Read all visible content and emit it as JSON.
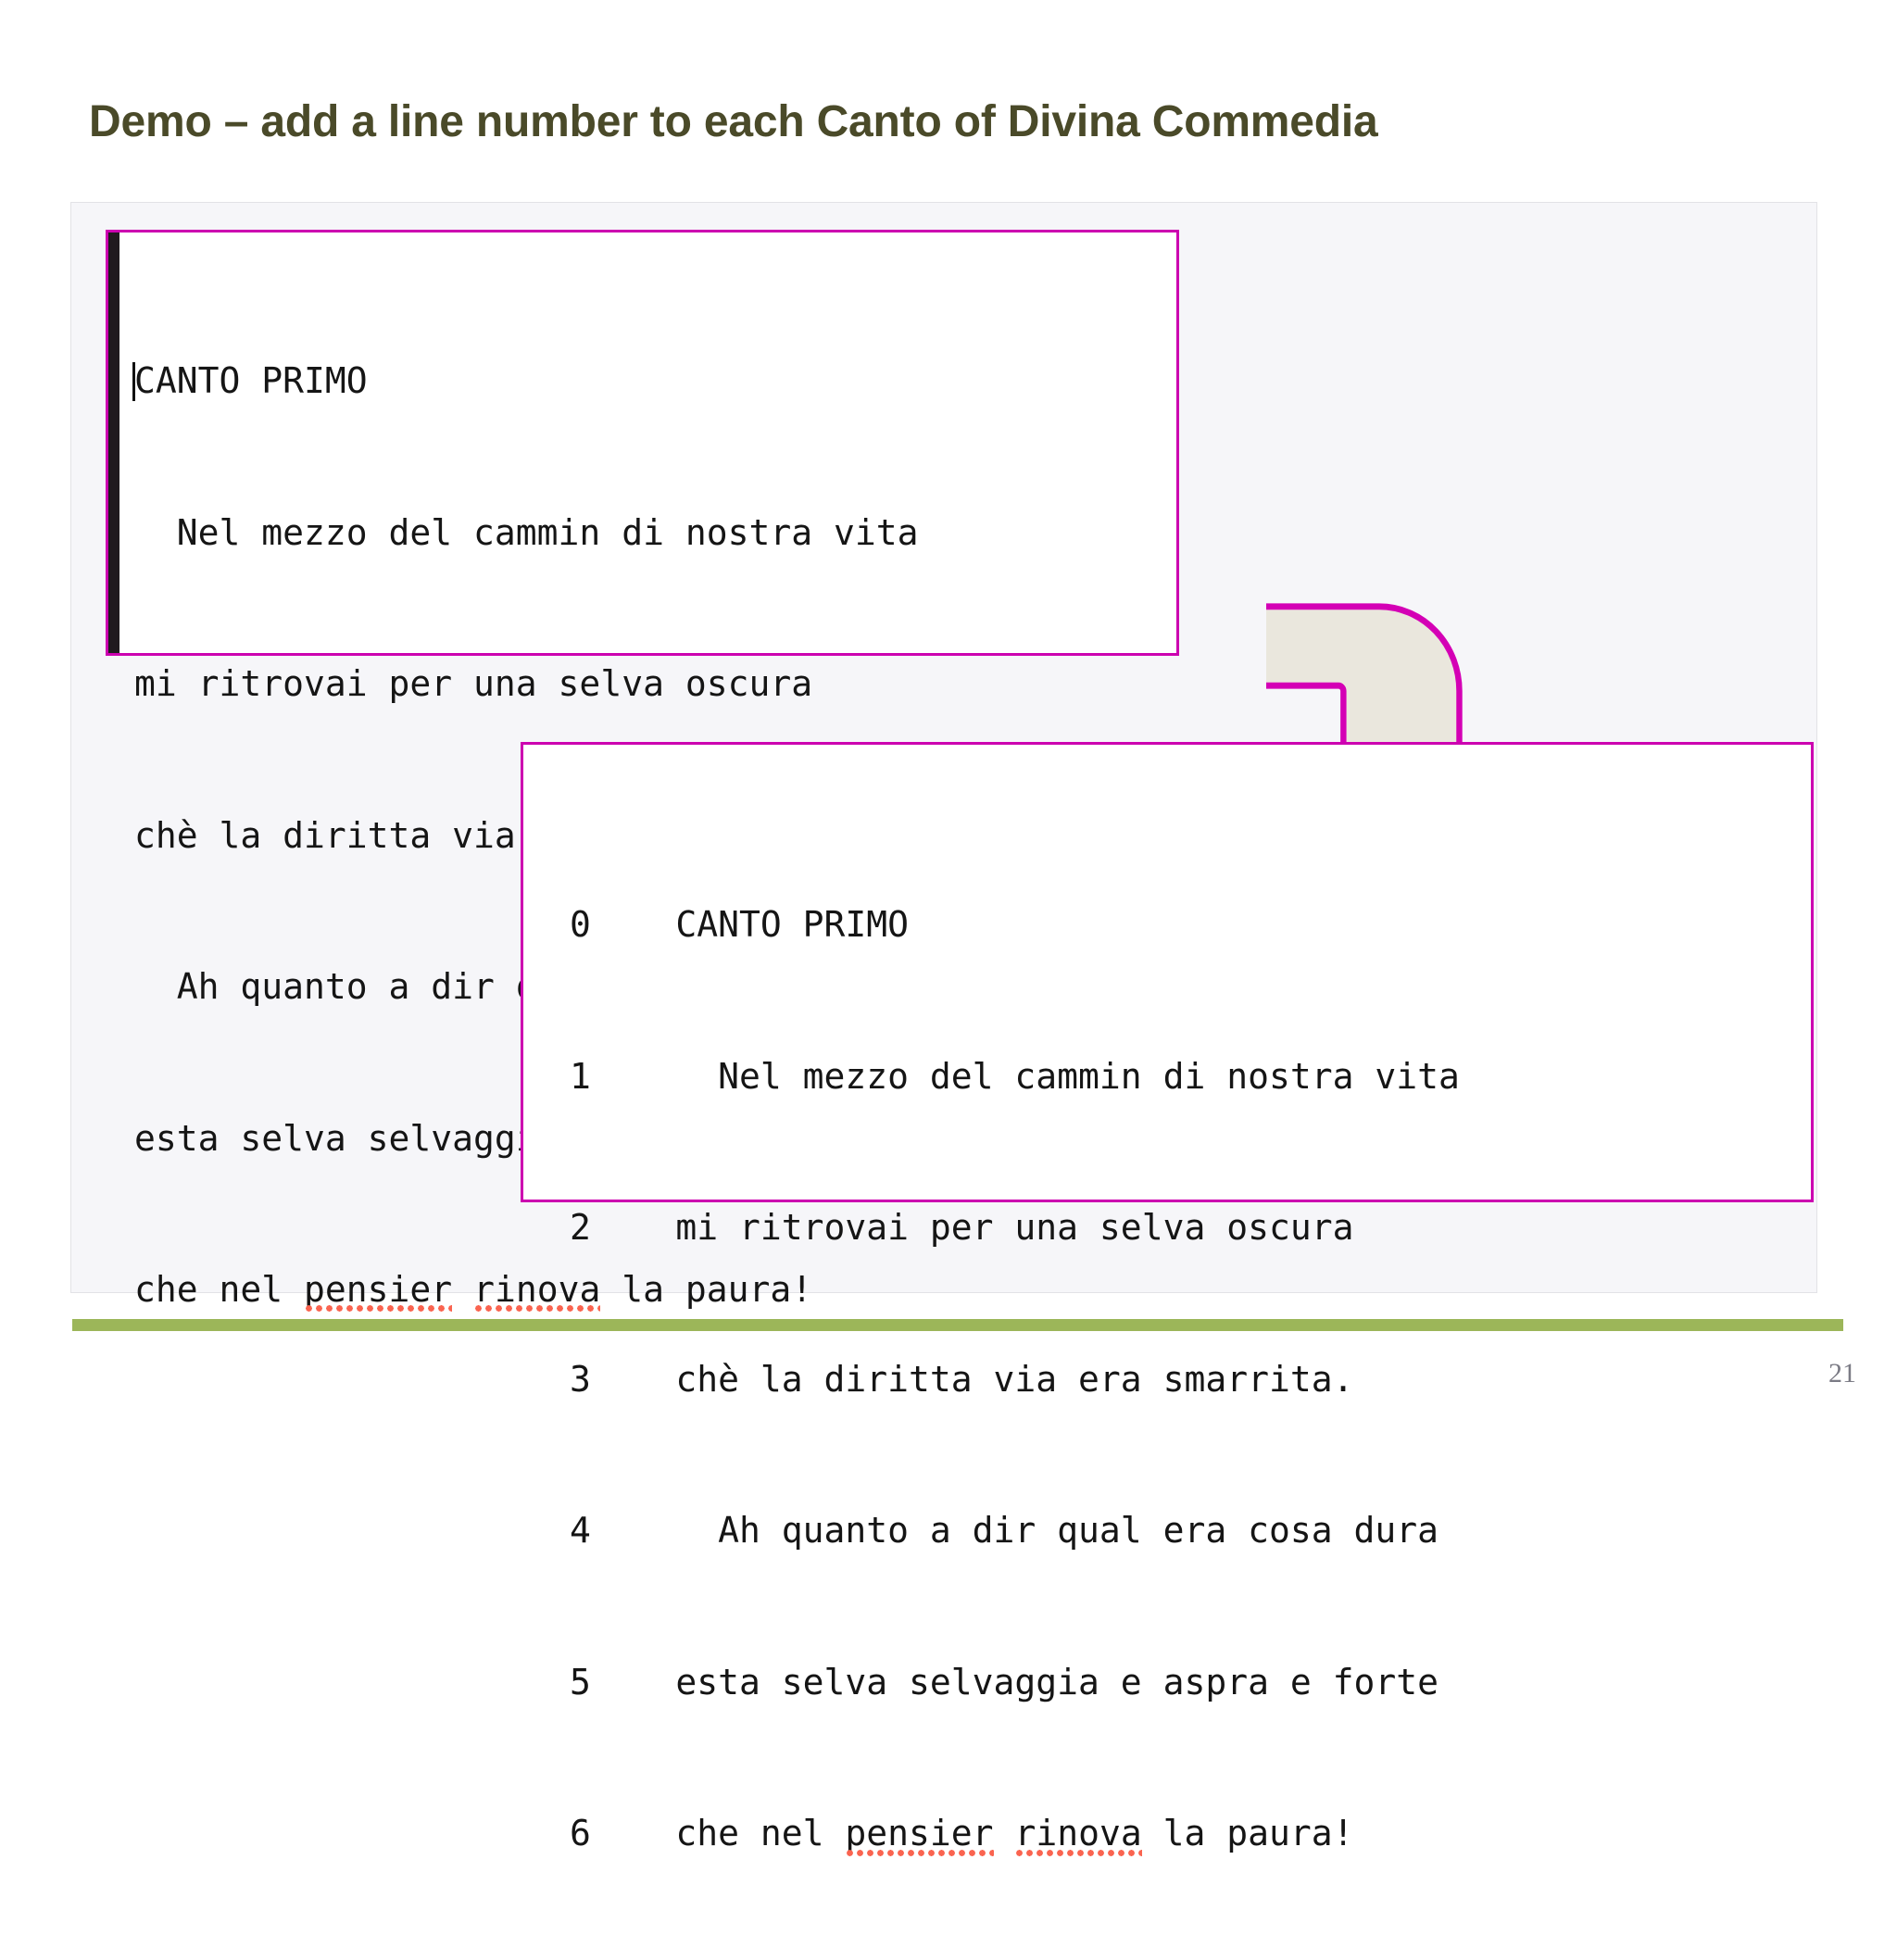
{
  "slide": {
    "title": "Demo – add a line number to each Canto of Divina Commedia",
    "page_number": "21",
    "title_color": "#4a4a29",
    "accent_color": "#cc00b0",
    "rule_color": "#9cb659",
    "arrow_fill": "#eae7dd",
    "squiggle_color": "#fa6450"
  },
  "original_editor": {
    "caret_visible": true,
    "lines": [
      "CANTO PRIMO",
      "  Nel mezzo del cammin di nostra vita",
      "mi ritrovai per una selva oscura",
      "chè la diritta via era smarrita.",
      "  Ah quanto a dir qual era cosa dura",
      "esta selva selvaggia e aspra e forte",
      "che nel pensier rinova la paura!"
    ],
    "last_line_parts": {
      "prefix": "che nel ",
      "misspelled_1": "pensier",
      "separator": " ",
      "misspelled_2": "rinova",
      "suffix": " la paura!"
    }
  },
  "numbered_editor": {
    "line_numbers": [
      "0",
      "1",
      "2",
      "3",
      "4",
      "5",
      "6"
    ],
    "lines": [
      "CANTO PRIMO",
      "  Nel mezzo del cammin di nostra vita",
      "mi ritrovai per una selva oscura",
      "chè la diritta via era smarrita.",
      "  Ah quanto a dir qual era cosa dura",
      "esta selva selvaggia e aspra e forte",
      "che nel pensier rinova la paura!"
    ],
    "last_line_parts": {
      "prefix": "che nel ",
      "misspelled_1": "pensier",
      "separator": " ",
      "misspelled_2": "rinova",
      "suffix": " la paura!"
    }
  }
}
